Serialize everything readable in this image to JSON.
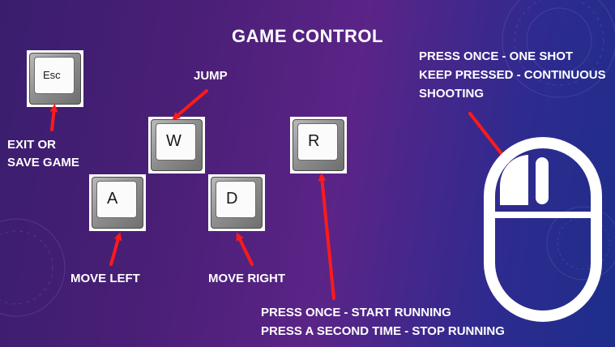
{
  "title": "GAME CONTROL",
  "keys": {
    "esc": "Esc",
    "w": "W",
    "a": "A",
    "d": "D",
    "r": "R"
  },
  "labels": {
    "jump": "JUMP",
    "exit_line1": "EXIT OR",
    "exit_line2": "SAVE GAME",
    "move_left": "MOVE LEFT",
    "move_right": "MOVE RIGHT",
    "run_line1": "PRESS ONCE - START RUNNING",
    "run_line2": "PRESS A SECOND TIME - STOP RUNNING",
    "shoot_line1": "PRESS ONCE - ONE SHOT",
    "shoot_line2": "KEEP PRESSED - CONTINUOUS",
    "shoot_line3": "SHOOTING"
  },
  "colors": {
    "arrow": "#ff1a1a",
    "text": "#ffffff",
    "background_start": "#3a1e6e",
    "background_end": "#1d2e8a"
  },
  "icons": [
    "mouse-icon"
  ]
}
